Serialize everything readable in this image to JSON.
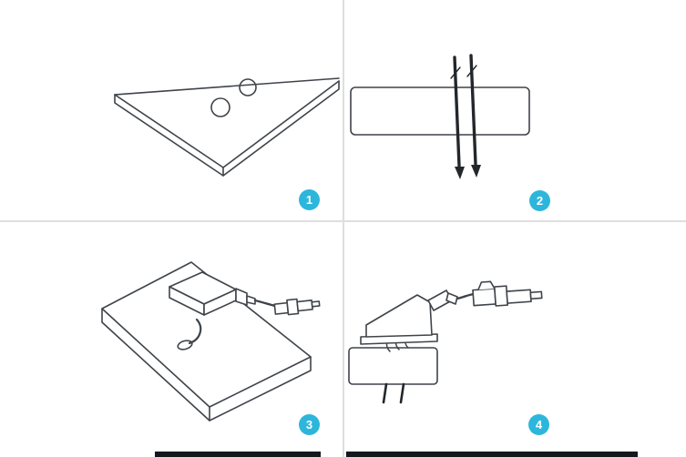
{
  "colors": {
    "background": "#ffffff",
    "divider": "#dedede",
    "line_art": "#3f444a",
    "cable": "#23272b",
    "accent_badge": "#2db6dc",
    "bottom_strip": "#14171d"
  },
  "steps": [
    {
      "number": "1",
      "illustration": "panel-corner-with-two-drilled-holes"
    },
    {
      "number": "2",
      "illustration": "two-cables-inserted-down-through-panel"
    },
    {
      "number": "3",
      "illustration": "cable-entry-gland-mounted-on-panel-with-connector"
    },
    {
      "number": "4",
      "illustration": "cable-entry-gland-side-view-with-mc4-connector"
    }
  ]
}
